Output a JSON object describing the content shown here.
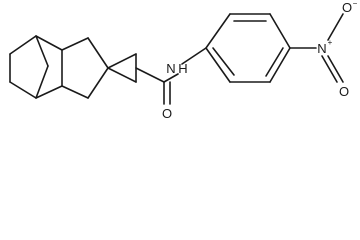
{
  "molecule": {
    "amide_n": "N",
    "amide_h": "H",
    "amide_o": "O",
    "nitro_n": "N",
    "nitro_n_charge": "+",
    "nitro_o_top": "O",
    "nitro_o_top_charge": "−",
    "nitro_o_bottom": "O"
  }
}
